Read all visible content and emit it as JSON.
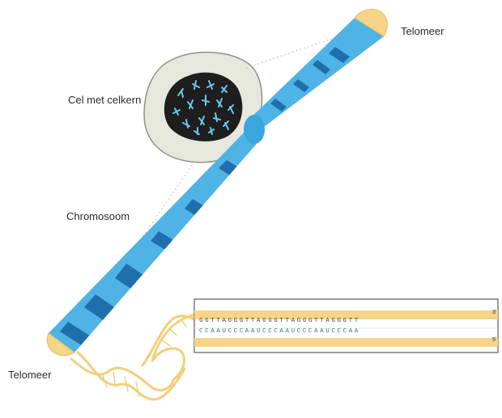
{
  "labels": {
    "telomere_top": "Telomeer",
    "cell": "Cel met celkern",
    "chromosome": "Chromosoom",
    "telomere_bottom": "Telomeer"
  },
  "sequence": {
    "top_strand": "GGTTAGGGTTAGGGTTAGGGTTAGGGTT",
    "bottom_strand": "CCAAUCCCAAUCCCAAUCCCAAUCCCAA",
    "end_top": "3'",
    "end_bottom": "5'"
  },
  "colors": {
    "chromosome_light": "#4fb3e6",
    "chromosome_dark": "#1f6fad",
    "telomere_cap": "#f6d488",
    "cell_fill": "#e6e8de",
    "nucleus_fill": "#1e1e1e",
    "dna_strand": "#f2cf7c"
  }
}
